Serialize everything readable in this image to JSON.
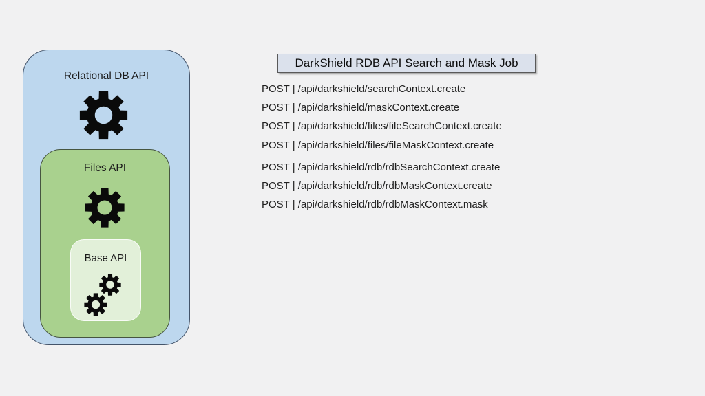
{
  "colors": {
    "page_background": "#f1f1f2",
    "outer_box_fill": "#bdd7ee",
    "outer_box_border": "#44546a",
    "middle_box_fill": "#a9d18e",
    "middle_box_border": "#465540",
    "inner_box_fill": "#e2f0d9",
    "gear": "#0a0a0a",
    "title_box_fill": "#dbe1ec",
    "title_box_border": "#595959",
    "text": "#1b1b1b"
  },
  "icons": {
    "gear": "gear-icon (8-tooth black cog, unicode equivalent ⚙)"
  },
  "diagram": {
    "outer_box_label": "Relational DB API",
    "middle_box_label": "Files API",
    "inner_box_label": "Base API"
  },
  "panel": {
    "title": "DarkShield RDB API Search and Mask Job",
    "endpoints": [
      "POST | /api/darkshield/searchContext.create",
      "POST | /api/darkshield/maskContext.create",
      "POST | /api/darkshield/files/fileSearchContext.create",
      "POST | /api/darkshield/files/fileMaskContext.create",
      "POST | /api/darkshield/rdb/rdbSearchContext.create",
      "POST | /api/darkshield/rdb/rdbMaskContext.create",
      "POST | /api/darkshield/rdb/rdbMaskContext.mask"
    ]
  }
}
